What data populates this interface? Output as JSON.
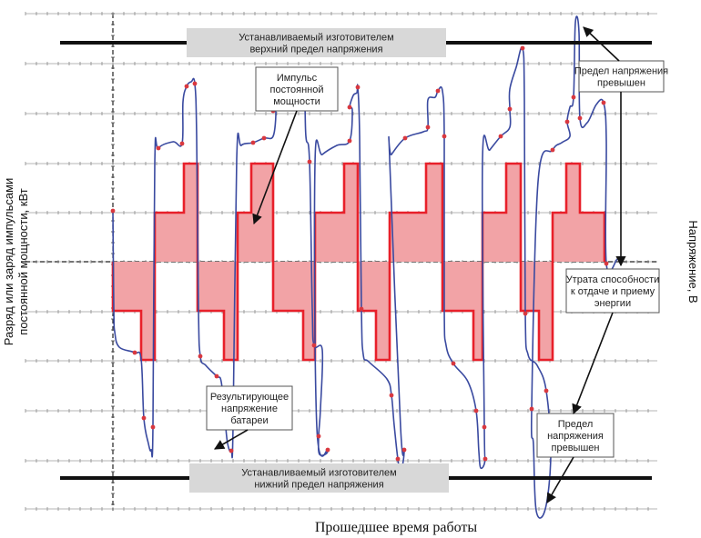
{
  "chart_data": {
    "type": "line",
    "xlabel": "Прошедшее время работы",
    "ylabel_left": [
      "Разряд или заряд импульсами",
      "постоянной мощности, кВт"
    ],
    "ylabel_right": "Напряжение, В",
    "grid": true,
    "colors": {
      "power": "#e8202a",
      "power_fill": "#f2a3a6",
      "voltage": "#3a4aa0",
      "marker": "#d9383f",
      "limit": "#111111",
      "grid": "#b5b5b5",
      "callout_bg": "#d8d8d8"
    },
    "power_levels": {
      "high": 2,
      "mid": 1,
      "zero": 0,
      "low": -2,
      "mid_neg": -1
    },
    "upper_limit_label": [
      "Устанавливаемый изготовителем",
      "верхний предел напряжения"
    ],
    "lower_limit_label": [
      "Устанавливаемый изготовителем",
      "нижний предел напряжения"
    ],
    "annotations": {
      "pulse": [
        "Импульс",
        "постоянной",
        "мощности"
      ],
      "exceeded_top": [
        "Предел напряжения",
        "превышен"
      ],
      "loss": [
        "Утрата способности",
        "к отдаче и приему",
        "энергии"
      ],
      "resulting": [
        "Результирующее",
        "напряжение",
        "батареи"
      ],
      "exceeded_bottom": [
        "Предел",
        "напряжения",
        "превышен"
      ]
    },
    "cycles": 6
  }
}
